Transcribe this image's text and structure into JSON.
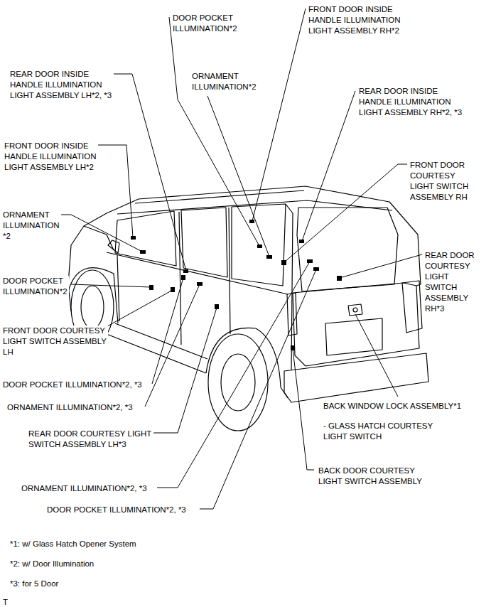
{
  "diagram": {
    "labels": [
      "DOOR POCKET ILLUMINATION*2",
      "FRONT DOOR INSIDE HANDLE ILLUMINATION LIGHT ASSEMBLY RH*2",
      "REAR DOOR INSIDE HANDLE ILLUMINATION LIGHT ASSEMBLY LH*2, *3",
      "ORNAMENT ILLUMINATION*2",
      "REAR DOOR INSIDE HANDLE ILLUMINATION LIGHT ASSEMBLY RH*2, *3",
      "FRONT DOOR INSIDE HANDLE ILLUMINATION LIGHT ASSEMBLY LH*2",
      "FRONT DOOR COURTESY LIGHT SWITCH ASSEMBLY RH",
      "ORNAMENT ILLUMINATION *2",
      "REAR DOOR COURTESY LIGHT SWITCH ASSEMBLY RH*3",
      "DOOR POCKET ILLUMINATION*2",
      "FRONT DOOR COURTESY LIGHT SWITCH ASSEMBLY LH",
      "DOOR POCKET ILLUMINATION*2, *3",
      "ORNAMENT ILLUMINATION*2, *3",
      "BACK WINDOW LOCK ASSEMBLY*1",
      "- GLASS HATCH COURTESY LIGHT SWITCH",
      "REAR DOOR COURTESY LIGHT SWITCH ASSEMBLY LH*3",
      "BACK DOOR COURTESY LIGHT SWITCH ASSEMBLY",
      "ORNAMENT ILLUMINATION*2, *3",
      "DOOR POCKET ILLUMINATION*2, *3",
      "*1: w/ Glass Hatch Opener System",
      "*2: w/ Door Illumination",
      "*3: for 5 Door",
      "T"
    ]
  }
}
